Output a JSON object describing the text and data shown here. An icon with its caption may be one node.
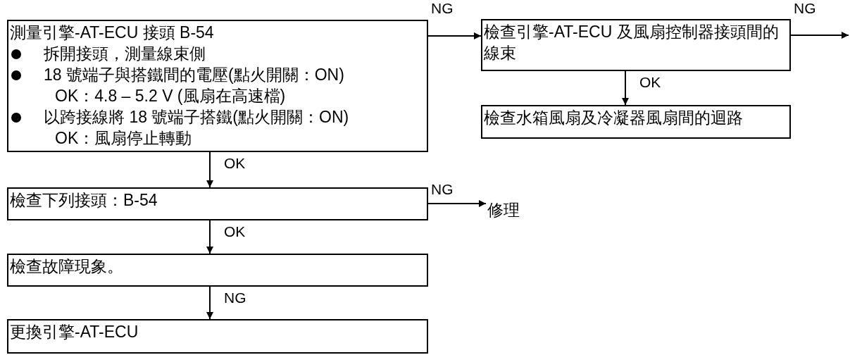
{
  "diagram": {
    "nodes": [
      {
        "text": [
          "測量引擎-AT-ECU 接頭 B-54",
          "拆開接頭，測量線束側",
          "18 號端子與搭鐵間的電壓(點火開關：ON)",
          "OK：4.8 – 5.2 V (風扇在高速檔)",
          "以跨接線將 18 號端子搭鐵(點火開關：ON)",
          "OK：風扇停止轉動"
        ]
      },
      {
        "text": [
          "檢查引擎-AT-ECU 及風扇控制器接頭間的線束"
        ]
      },
      {
        "text": [
          "檢查水箱風扇及冷凝器風扇間的迴路"
        ]
      },
      {
        "text": [
          "檢查下列接頭：B-54"
        ]
      },
      {
        "text": [
          "修理"
        ]
      },
      {
        "text": [
          "檢查故障現象。"
        ]
      },
      {
        "text": [
          "更換引擎-AT-ECU"
        ]
      }
    ],
    "edges": [
      {
        "from": 0,
        "to": 1,
        "arrow": "to",
        "label": "NG"
      },
      {
        "from": 1,
        "to": null,
        "arrow": "to",
        "label": "NG"
      },
      {
        "from": 1,
        "to": 2,
        "arrow": "to",
        "label": "OK"
      },
      {
        "from": 0,
        "to": 3,
        "arrow": "to",
        "label": "OK"
      },
      {
        "from": 3,
        "to": 4,
        "arrow": "to",
        "label": "NG"
      },
      {
        "from": 3,
        "to": 5,
        "arrow": "to",
        "label": "OK"
      },
      {
        "from": 5,
        "to": 6,
        "arrow": "to",
        "label": "NG"
      }
    ]
  }
}
